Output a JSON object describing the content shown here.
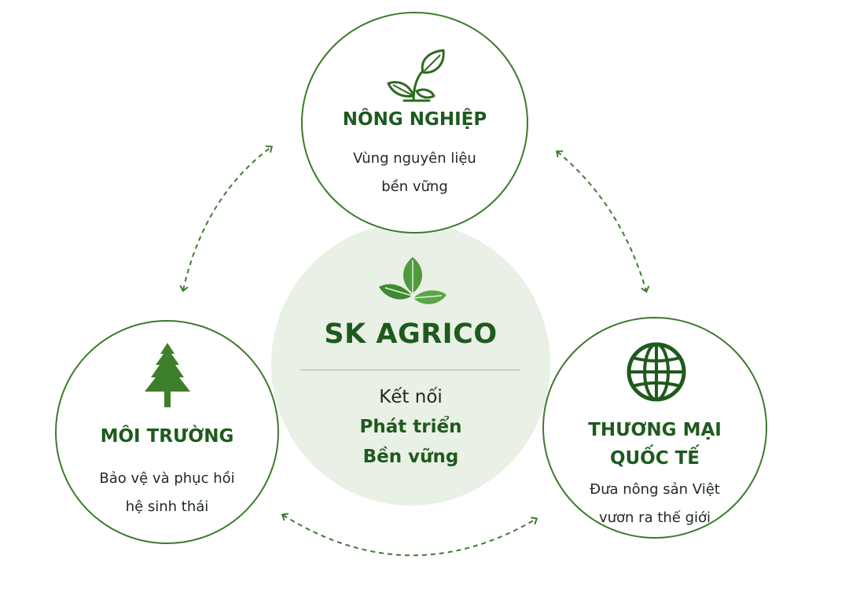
{
  "center": {
    "title": "SK AGRICO",
    "line1": "Kết nối",
    "line2": "Phát triển",
    "line3": "Bền vững",
    "icon": "leaves-icon"
  },
  "nodes": {
    "agriculture": {
      "title": "NÔNG NGHIỆP",
      "desc_line1": "Vùng nguyên liệu",
      "desc_line2": "bền vững",
      "icon": "sprout-icon"
    },
    "environment": {
      "title": "MÔI TRƯỜNG",
      "desc_line1": "Bảo vệ và phục hồi",
      "desc_line2": "hệ sinh thái",
      "icon": "tree-icon"
    },
    "trade": {
      "title_line1": "THƯƠNG MẠI",
      "title_line2": "QUỐC TẾ",
      "desc_line1": "Đưa nông sản Việt",
      "desc_line2": "vươn ra thế giới",
      "icon": "globe-icon"
    }
  },
  "colors": {
    "primary": "#1e5a1e",
    "border": "#3c7a2c",
    "center_bg": "#e9f0e5",
    "arrow": "#3f7a33"
  }
}
